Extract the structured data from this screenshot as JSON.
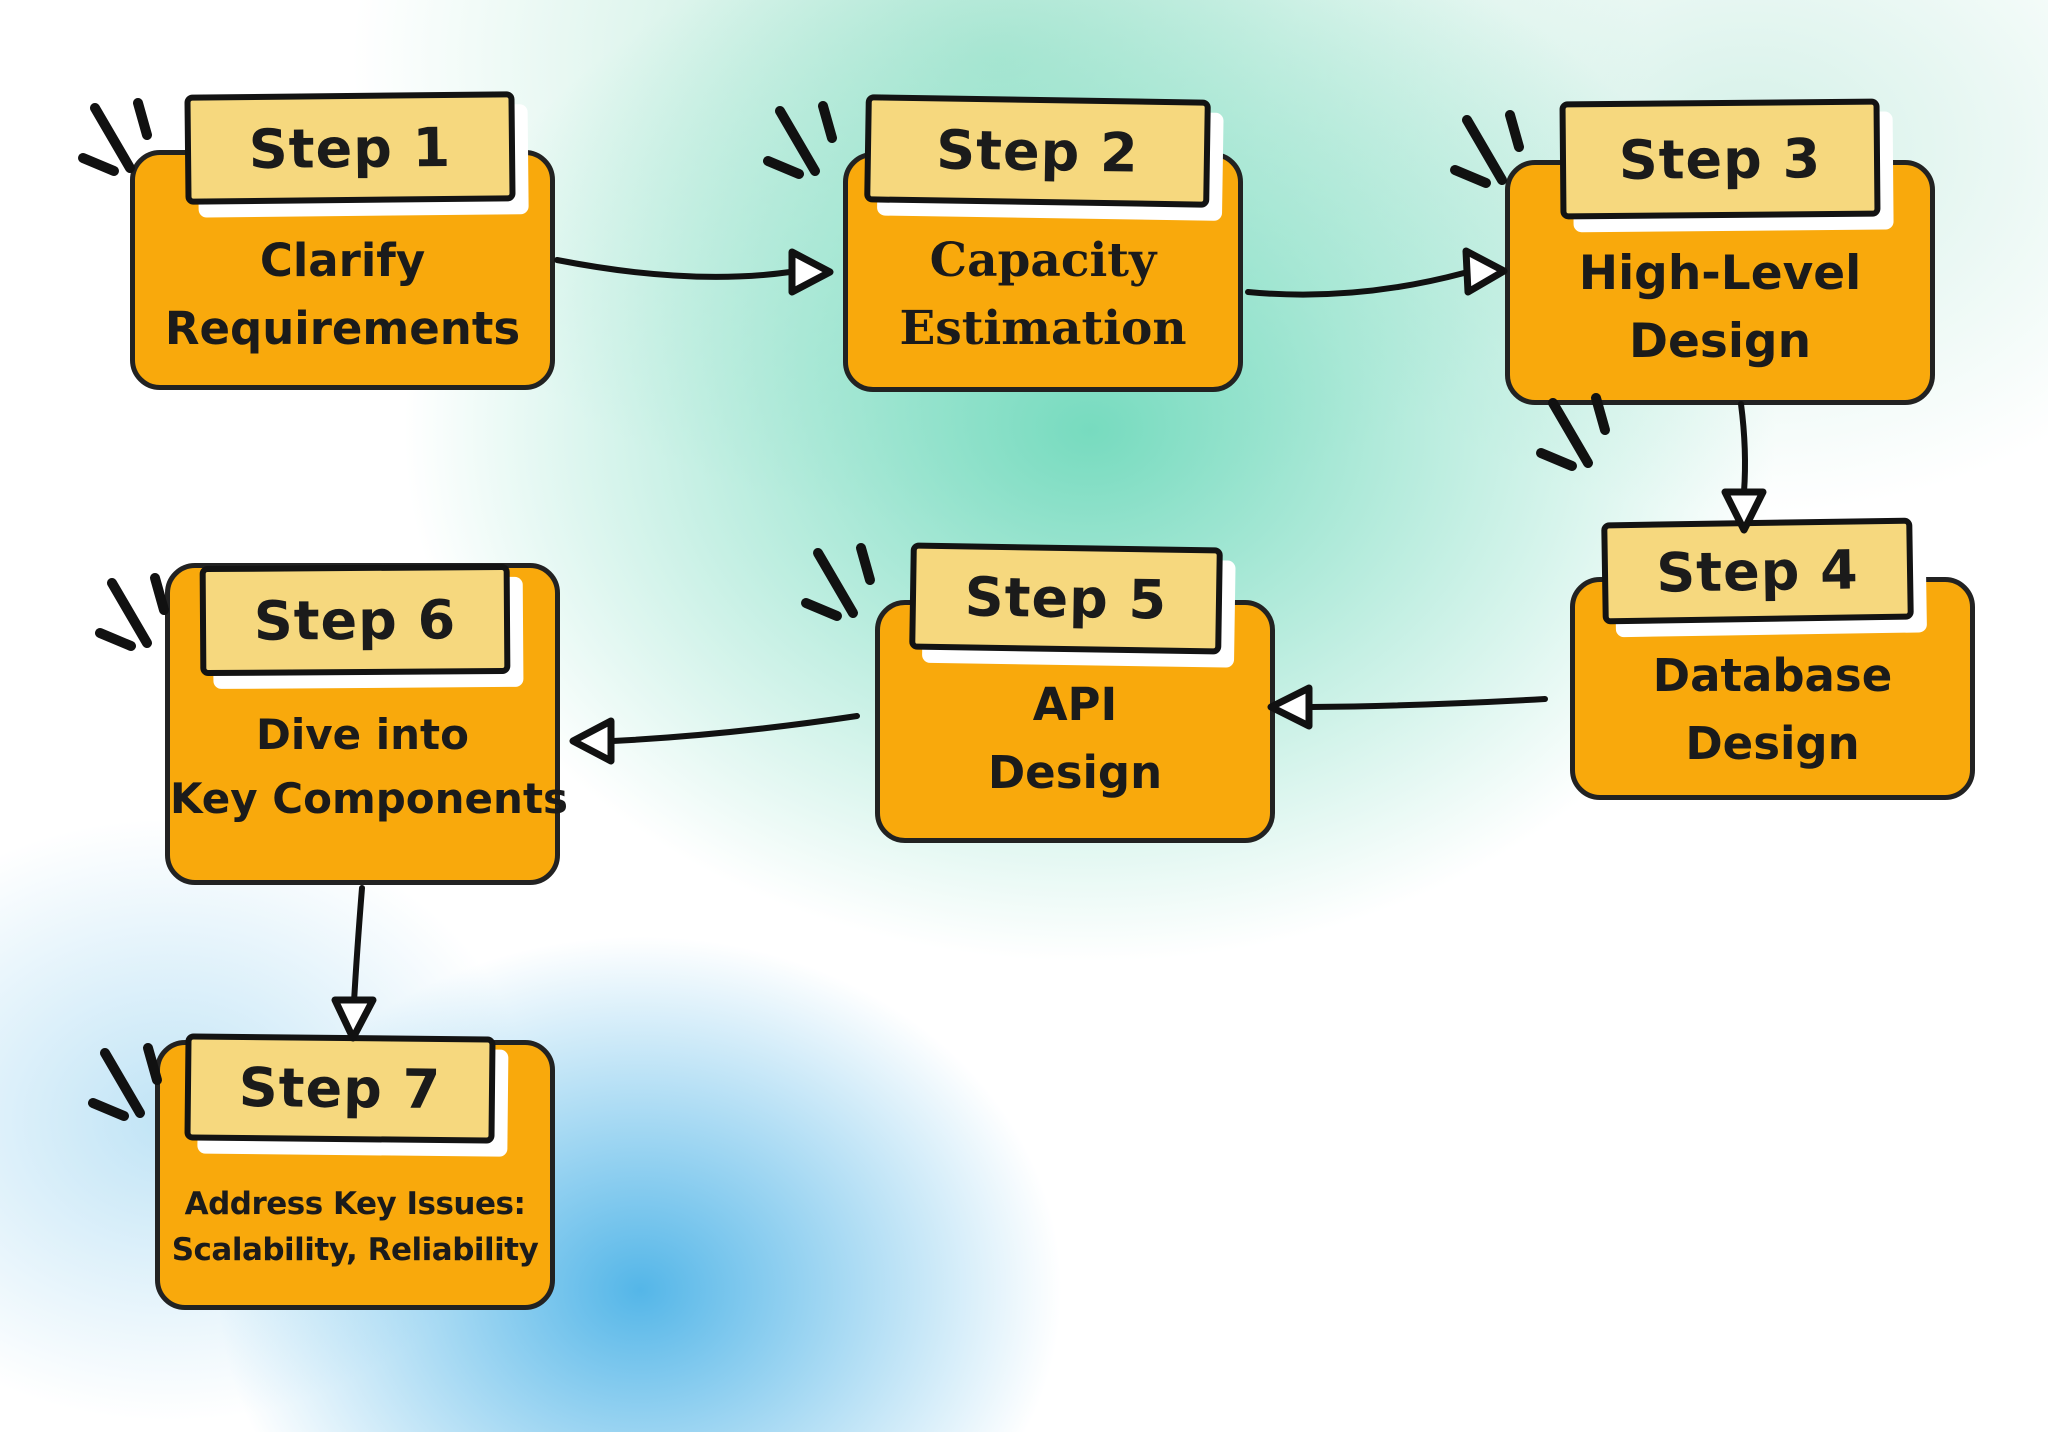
{
  "diagram": {
    "steps": [
      {
        "title": "Step 1",
        "lines": [
          "Clarify",
          "Requirements"
        ]
      },
      {
        "title": "Step 2",
        "lines": [
          "Capacity",
          "Estimation"
        ]
      },
      {
        "title": "Step 3",
        "lines": [
          "High-Level",
          "Design"
        ]
      },
      {
        "title": "Step 4",
        "lines": [
          "Database",
          "Design"
        ]
      },
      {
        "title": "Step 5",
        "lines": [
          "API",
          "Design"
        ]
      },
      {
        "title": "Step 6",
        "lines": [
          "Dive into",
          "Key Components"
        ]
      },
      {
        "title": "Step 7",
        "lines": [
          "Address Key Issues:",
          "Scalability, Reliability"
        ]
      }
    ],
    "connections": [
      {
        "from": "Step 1",
        "to": "Step 2"
      },
      {
        "from": "Step 2",
        "to": "Step 3"
      },
      {
        "from": "Step 3",
        "to": "Step 4"
      },
      {
        "from": "Step 4",
        "to": "Step 5"
      },
      {
        "from": "Step 5",
        "to": "Step 6"
      },
      {
        "from": "Step 6",
        "to": "Step 7"
      }
    ],
    "icons": {
      "sparkle": "hand-drawn-burst-lines"
    },
    "colors": {
      "card_orange": "#F9A90C",
      "label_yellow": "#F6D87E",
      "outline_ink": "#1C1C1C",
      "hatch_shadow": "#233531",
      "bg_teal": "#77DBBF",
      "bg_mint": "#CDEEE4",
      "bg_blue": "#54B6E8",
      "bg_base": "#FFFFFF"
    }
  }
}
